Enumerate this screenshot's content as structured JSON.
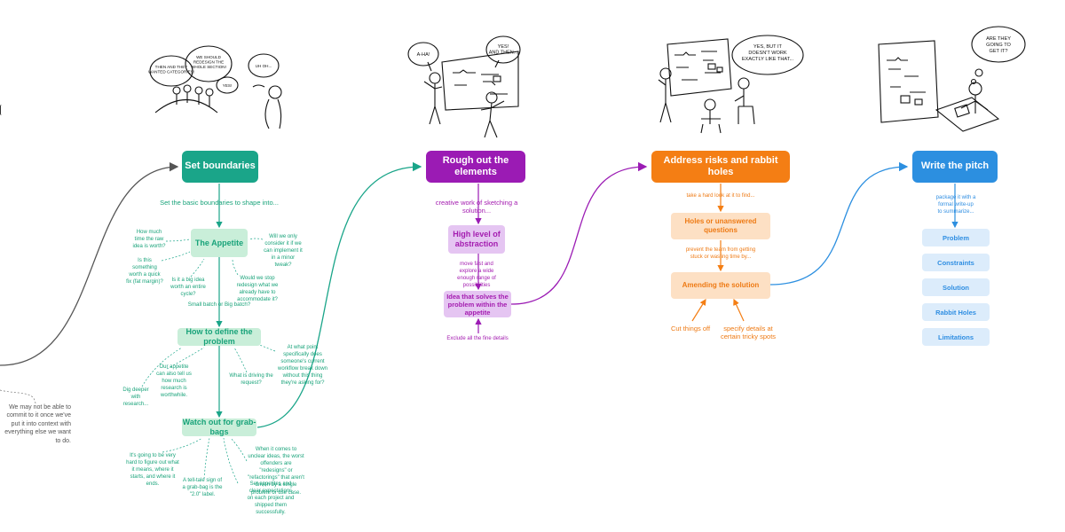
{
  "colors": {
    "teal": "#1aa589",
    "teal_light": "#c9eed9",
    "teal_text": "#19a37a",
    "purple": "#9b1bb4",
    "purple_light": "#e5c5f2",
    "purple_text": "#a41cb0",
    "orange": "#f47e14",
    "orange_light": "#fde0c4",
    "orange_text": "#ee7a14",
    "blue": "#2c8fe0",
    "blue_light": "#dcecfb",
    "blue_text": "#2f8ee2",
    "grey": "#555555"
  },
  "bubbles": {
    "s1a": "THEN AND THEY WANTED CATEGORIES!",
    "s1b": "WE SHOULD REDESIGN THE WHOLE SECTION!",
    "s1c": "YES!",
    "s1d": "UH OH...",
    "s2a": "A-HA!",
    "s2b": "YES! AND THEN...",
    "s3a": "YES, BUT IT DOESN'T WORK EXACTLY LIKE THAT...",
    "s4a": "ARE THEY GOING TO GET IT?"
  },
  "left_note": "We may not be able to commit to it once we've put it into context with everything else we want to do.",
  "set_boundaries": {
    "title": "Set boundaries",
    "subtitle": "Set the basic boundaries to shape into...",
    "appetite": "The Appetite",
    "appetite_notes": [
      "How much time the raw idea is worth?",
      "Is this something worth a quick fix (fat margin)?",
      "Is it a big idea worth an entire cycle?",
      "Would we stop redesign what we already have to accommodate it?",
      "Will we only consider it if we can implement it in a minor tweak?"
    ],
    "small_big": "Small batch or Big batch?",
    "define": "How to define the problem",
    "define_notes": [
      "At what point specifically does someone's current workflow break down without this thing they're asking for?",
      "What is driving the request?",
      "Our appetite can also tell us how much research is worthwhile.",
      "Dig deeper with research..."
    ],
    "grab": "Watch out for grab-bags",
    "grab_notes": [
      "It's going to be very hard to figure out what it means, where it starts, and where it ends.",
      "A tell-tale sign of a grab-bag is the \"2.0\" label.",
      "When it comes to unclear ideas, the worst offenders are \"redesigns\" or \"refactorings\" that aren't driven by a single problem or use case.",
      "Set appetites and clear expectations on each project and shipped them successfully."
    ]
  },
  "rough_out": {
    "title": "Rough out the elements",
    "subtitle": "creative work of sketching a solution...",
    "high": "High level of abstraction",
    "move_note": "move fast and explore a wide enough range of possibilities",
    "idea": "Idea that solves the problem within the appetite",
    "exclude": "Exclude all the fine details"
  },
  "address": {
    "title": "Address risks and rabbit holes",
    "take_note": "take a hard look at it to find...",
    "holes": "Holes or unanswered questions",
    "prevent_note": "prevent the team from getting stuck or wasting time by...",
    "amend": "Amending the solution",
    "cut": "Cut things off",
    "specify": "specify details at certain tricky spots"
  },
  "pitch": {
    "title": "Write the pitch",
    "package_note": "package it with a formal write-up to summarize...",
    "items": [
      "Problem",
      "Constraints",
      "Solution",
      "Rabbit Holes",
      "Limitations"
    ]
  }
}
